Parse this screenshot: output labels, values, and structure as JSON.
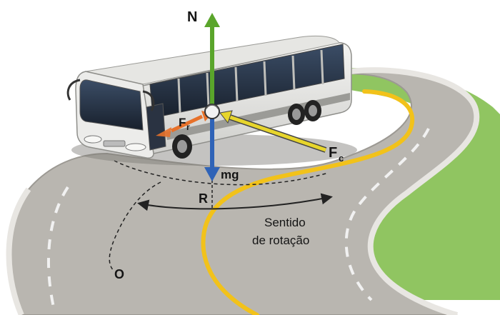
{
  "forces": {
    "normal": "N",
    "weight": "mg",
    "friction": "F",
    "friction_sub": "r",
    "centripetal": "F",
    "centripetal_sub": "c"
  },
  "geometry_labels": {
    "radius": "R",
    "center": "O"
  },
  "rotation": {
    "line1": "Sentido",
    "line2": "de rotação"
  },
  "colors": {
    "normal_arrow": "#5aa52b",
    "weight_arrow": "#2f63b7",
    "centripetal_arrow": "#e7d52c",
    "friction_arrow": "#e7712a",
    "road_centerline": "#f2c21a",
    "grass": "#7dbb45",
    "asphalt": "#b9b6b0"
  }
}
